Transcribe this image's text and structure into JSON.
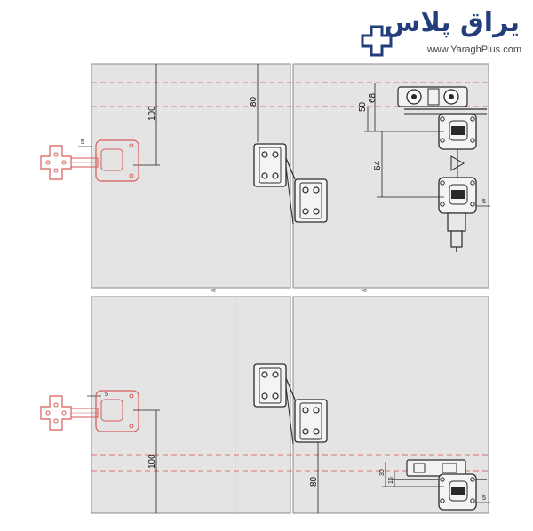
{
  "logo": {
    "wordmark": "یراق پلاس",
    "url": "www.YaraghPlus.com",
    "brand_color": "#243d7c",
    "accent_color": "#d9232e"
  },
  "top_panel": {
    "dim_100": "100",
    "dim_80": "80",
    "dim_68": "68",
    "dim_50": "50",
    "dim_64": "64",
    "dim_5_left": "5",
    "dim_5_right": "5"
  },
  "bottom_panel": {
    "dim_100": "100",
    "dim_80": "80",
    "dim_30": "30",
    "dim_15": "15",
    "dim_5_left": "5",
    "dim_5_right": "5"
  },
  "colors": {
    "panel_fill": "#e4e4e4",
    "panel_stroke": "#8a8a8a",
    "hardware_stroke": "#2a2a2a",
    "hinge_red": "#d85a5a",
    "guide_red": "#e07070"
  }
}
